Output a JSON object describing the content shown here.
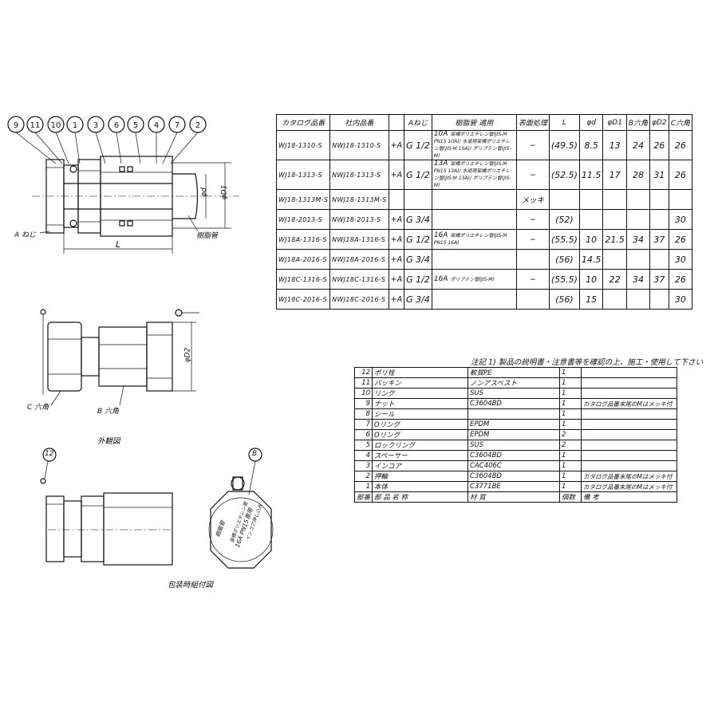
{
  "balloons": [
    "9",
    "11",
    "10",
    "1",
    "3",
    "6",
    "5",
    "4",
    "7",
    "2"
  ],
  "labels": {
    "a_thread": "A ねじ",
    "resin_pipe": "樹脂管",
    "L": "L",
    "phi_d": "φd",
    "phi_D1": "φD1",
    "phi_D2": "φD2",
    "c_hex": "C 六角",
    "b_hex": "B 六角",
    "external_view": "外観図",
    "packing_view": "包装時組付図",
    "balloon_12": "12",
    "balloon_B": "B",
    "label_text_1": "樹脂管",
    "label_text_2": "16A PN15専用",
    "label_text_3": "架橋ポリエチレン管",
    "label_text_4": "インコア押し込み"
  },
  "spec_table": {
    "headers": [
      "カタログ品番",
      "社内品番",
      "",
      "Aねじ",
      "樹脂管 適用",
      "表面処理",
      "L",
      "φd",
      "φD1",
      "B六角",
      "φD2",
      "C六角"
    ],
    "rows": [
      {
        "catalog": "WJ18-1310-S",
        "internal": "NWJ18-1310-S",
        "suffix": "+A",
        "thread": "G 1/2",
        "size": "10A",
        "resin": "架橋ポリエチレン管(JIS-M PN15 10A)/ 水道用架橋ポリエチレン管(JIS-M 10A)/ ポリブテン管(JIS-M)",
        "surface": "−",
        "L": "(49.5)",
        "d": "8.5",
        "D1": "13",
        "B": "24",
        "D2": "26",
        "C": "26"
      },
      {
        "catalog": "WJ18-1313-S",
        "internal": "NWJ18-1313-S",
        "suffix": "+A",
        "thread": "G 1/2",
        "size": "13A",
        "resin": "架橋ポリエチレン管(JIS-M PN15 13A)/ 水道用架橋ポリエチレン管(JIS-M 13A)/ ポリブテン管(JIS-M)",
        "surface": "−",
        "L": "(52.5)",
        "d": "11.5",
        "D1": "17",
        "B": "28",
        "D2": "31",
        "C": "26"
      },
      {
        "catalog": "WJ18-1313M-S",
        "internal": "NWJ18-1313M-S",
        "suffix": "",
        "thread": "",
        "size": "",
        "resin": "",
        "surface": "メッキ",
        "L": "",
        "d": "",
        "D1": "",
        "B": "",
        "D2": "",
        "C": ""
      },
      {
        "catalog": "WJ18-2013-S",
        "internal": "NWJ18-2013-S",
        "suffix": "+A",
        "thread": "G 3/4",
        "size": "",
        "resin": "",
        "surface": "−",
        "L": "(52)",
        "d": "",
        "D1": "",
        "B": "",
        "D2": "",
        "C": "30"
      },
      {
        "catalog": "WJ18A-1316-S",
        "internal": "NWJ18A-1316-S",
        "suffix": "+A",
        "thread": "G 1/2",
        "size": "16A",
        "resin": "架橋ポリエチレン管(JIS-M PN15 16A)",
        "surface": "−",
        "L": "(55.5)",
        "d": "10",
        "D1": "21.5",
        "B": "34",
        "D2": "37",
        "C": "26"
      },
      {
        "catalog": "WJ18A-2016-S",
        "internal": "NWJ18A-2016-S",
        "suffix": "+A",
        "thread": "G 3/4",
        "size": "",
        "resin": "",
        "surface": "",
        "L": "(56)",
        "d": "14.5",
        "D1": "",
        "B": "",
        "D2": "",
        "C": "30"
      },
      {
        "catalog": "WJ18C-1316-S",
        "internal": "NWJ18C-1316-S",
        "suffix": "+A",
        "thread": "G 1/2",
        "size": "16A",
        "resin": "ポリブテン管(JIS-M)",
        "surface": "−",
        "L": "(55.5)",
        "d": "10",
        "D1": "22",
        "B": "34",
        "D2": "37",
        "C": "26"
      },
      {
        "catalog": "WJ18C-2016-S",
        "internal": "NWJ18C-2016-S",
        "suffix": "+A",
        "thread": "G 3/4",
        "size": "",
        "resin": "",
        "surface": "",
        "L": "(56)",
        "d": "15",
        "D1": "",
        "B": "",
        "D2": "",
        "C": "30"
      }
    ]
  },
  "note": "注記 1) 製品の説明書・注意書等を確認の上、施工・使用して下さい",
  "parts_table": {
    "headers": [
      "部番",
      "部 品 名 称",
      "材 質",
      "個数",
      "備 考"
    ],
    "rows": [
      {
        "no": "12",
        "name": "ポリ栓",
        "material": "軟質PE",
        "qty": "1",
        "remark": ""
      },
      {
        "no": "11",
        "name": "パッキン",
        "material": "ノンアスベスト",
        "qty": "1",
        "remark": ""
      },
      {
        "no": "10",
        "name": "リング",
        "material": "SUS",
        "qty": "1",
        "remark": ""
      },
      {
        "no": "9",
        "name": "ナット",
        "material": "C3604BD",
        "qty": "1",
        "remark": "カタログ品番末尾のMはメッキ付"
      },
      {
        "no": "8",
        "name": "シール",
        "material": "",
        "qty": "1",
        "remark": ""
      },
      {
        "no": "7",
        "name": "Oリング",
        "material": "EPDM",
        "qty": "1",
        "remark": ""
      },
      {
        "no": "6",
        "name": "Oリング",
        "material": "EPDM",
        "qty": "2",
        "remark": ""
      },
      {
        "no": "5",
        "name": "ロックリング",
        "material": "SUS",
        "qty": "2",
        "remark": ""
      },
      {
        "no": "4",
        "name": "スペーサー",
        "material": "C3604BD",
        "qty": "1",
        "remark": ""
      },
      {
        "no": "3",
        "name": "インコア",
        "material": "CAC406C",
        "qty": "1",
        "remark": ""
      },
      {
        "no": "2",
        "name": "押輪",
        "material": "C3604BD",
        "qty": "1",
        "remark": "カタログ品番末尾のMはメッキ付"
      },
      {
        "no": "1",
        "name": "本体",
        "material": "C3771BE",
        "qty": "1",
        "remark": "カタログ品番末尾のMはメッキ付"
      }
    ]
  }
}
